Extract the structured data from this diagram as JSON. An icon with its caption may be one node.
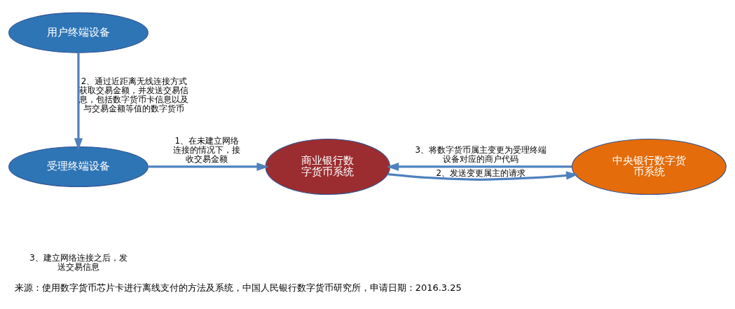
{
  "diagram": {
    "caption": "来源：使用数字货币芯片卡进行离线支付的方法及系统，中国人民银行数字货币研究所，申请日期：2016.3.25",
    "nodes": [
      {
        "text": [
          "用户终端设备"
        ]
      },
      {
        "text": [
          "受理终端设备"
        ]
      },
      {
        "text": [
          "商业银行数字货币系统"
        ]
      },
      {
        "text": [
          "中央银行数字货币系统"
        ]
      }
    ],
    "edges": [
      {
        "from": 0,
        "to": 1,
        "arrow": "to",
        "label": "2、通过近距离无线连接方式获取交易金额，并发送交易信息，包括数字货币卡信息以及与交易金额等值的数字货币"
      },
      {
        "from": 1,
        "to": 2,
        "arrow": "to",
        "label": "1、在未建立网络连接的情况下，接收交易金额"
      },
      {
        "from": 2,
        "to": 3,
        "arrow": "to",
        "label": "2、发送变更属主的请求"
      },
      {
        "from": 3,
        "to": 2,
        "arrow": "to",
        "label": "3、将数字货币属主变更为受理终端设备对应的商户代码"
      }
    ],
    "labels": [
      "3、建立网络连接之后，发送交易信息"
    ]
  }
}
